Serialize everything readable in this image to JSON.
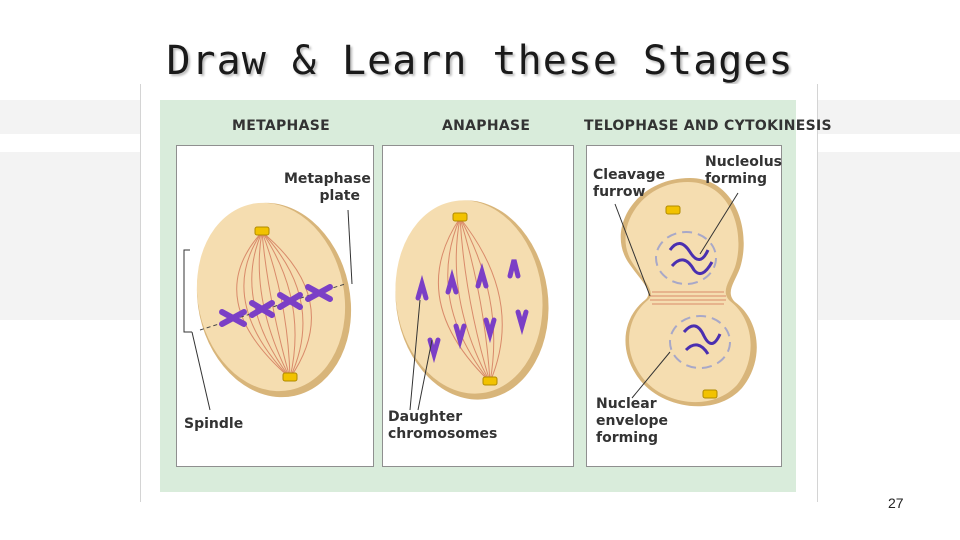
{
  "slide": {
    "title": "Draw & Learn these Stages",
    "page_number": "27"
  },
  "colors": {
    "cell_fill": "#f5ddb0",
    "cell_edge": "#d8b57a",
    "spindle": "#d98a6a",
    "chromosome": "#7b3fc6",
    "figure_bg": "#d9ecdb"
  },
  "stages": [
    {
      "name": "METAPHASE"
    },
    {
      "name": "ANAPHASE"
    },
    {
      "name": "TELOPHASE AND CYTOKINESIS"
    }
  ],
  "labels": {
    "metaphase_plate": [
      "Metaphase",
      "plate"
    ],
    "spindle": "Spindle",
    "daughter_chromosomes": [
      "Daughter",
      "chromosomes"
    ],
    "cleavage_furrow": [
      "Cleavage",
      "furrow"
    ],
    "nucleolus_forming": [
      "Nucleolus",
      "forming"
    ],
    "nuclear_envelope_forming": [
      "Nuclear",
      "envelope",
      "forming"
    ]
  }
}
